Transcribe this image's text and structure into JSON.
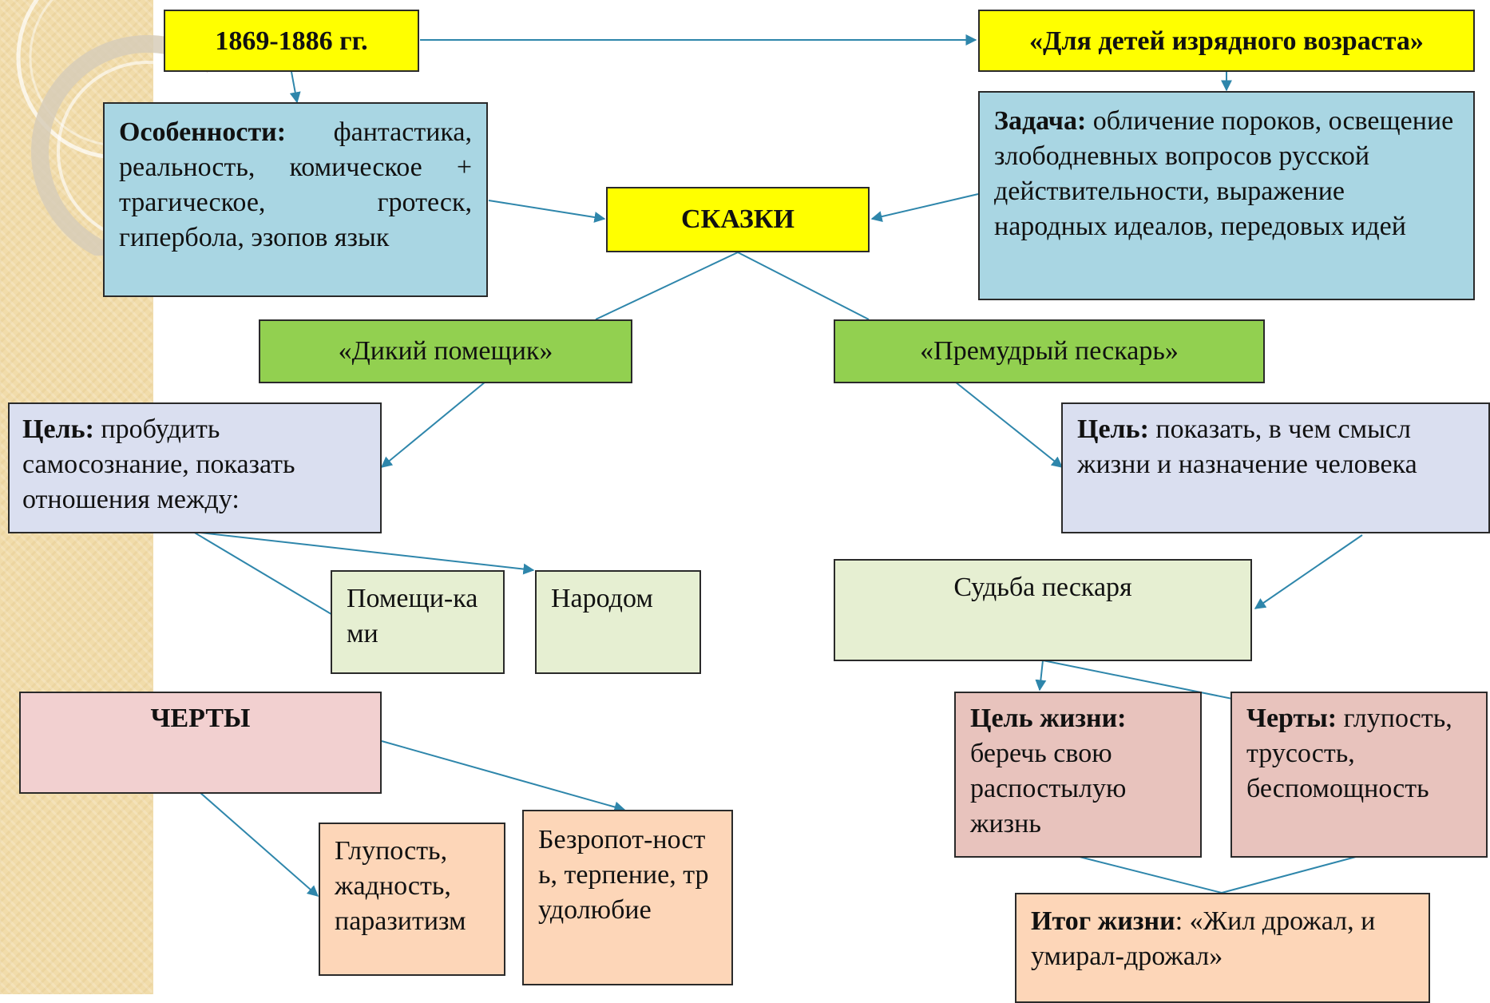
{
  "colors": {
    "title_fill": "#ffff00",
    "feature_fill": "#a9d6e3",
    "tale_fill": "#92d050",
    "goal_fill": "#dadff0",
    "relation_fill": "#e6efd2",
    "traits_fill": "#f2d0d0",
    "trait_items_fill": "#fdd6b8",
    "fate_fill": "#e8c3bd",
    "connector": "#2e86ab",
    "side_stripe": "#f1dcaa"
  },
  "period": "1869-1886 гг.",
  "audience": "«Для детей изрядного возраста»",
  "features": {
    "label": "Особенности:",
    "text": " фантастика, реальность, комическое + трагическое, гротеск, гипербола, эзопов язык"
  },
  "task": {
    "label": "Задача:",
    "text": " обличение пороков, освещение злободневных вопросов русской действительности, выражение народных идеалов, передовых идей"
  },
  "tales": "СКАЗКИ",
  "wild_landowner": {
    "title": "«Дикий помещик»",
    "goal": {
      "label": "Цель:",
      "text": " пробудить самосознание, показать отношения между:"
    },
    "relation_landowners": "Помещи-ками",
    "relation_people": "Народом",
    "traits_title": "ЧЕРТЫ",
    "traits_landowners": "Глупость, жадность, паразитизм",
    "traits_people": "Безропот-ность, терпение, трудолюбие"
  },
  "wise_gudgeon": {
    "title": "«Премудрый пескарь»",
    "goal": {
      "label": "Цель:",
      "text": " показать, в чем смысл жизни и назначение человека"
    },
    "fate": "Судьба пескаря",
    "life_goal": {
      "label": "Цель жизни:",
      "text": " беречь свою распостылую жизнь"
    },
    "traits": {
      "label": "Черты:",
      "text": " глупость, трусость, беспомощность"
    },
    "result": {
      "label": "Итог жизни",
      "text": ": «Жил дрожал, и умирал-дрожал»"
    }
  }
}
